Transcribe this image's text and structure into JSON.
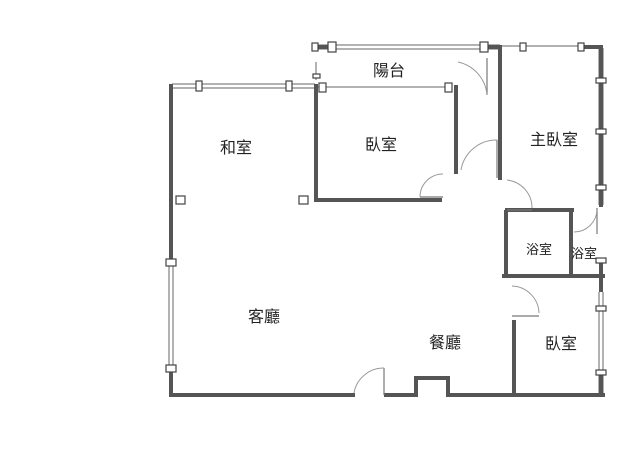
{
  "floor_plan": {
    "rooms": {
      "balcony": "陽台",
      "washitsu": "和室",
      "bedroom_north": "臥室",
      "master_bedroom": "主臥室",
      "bath_1": "浴室",
      "bath_2": "浴室",
      "living_room": "客廳",
      "dining_room": "餐廳",
      "bedroom_south": "臥室"
    }
  }
}
